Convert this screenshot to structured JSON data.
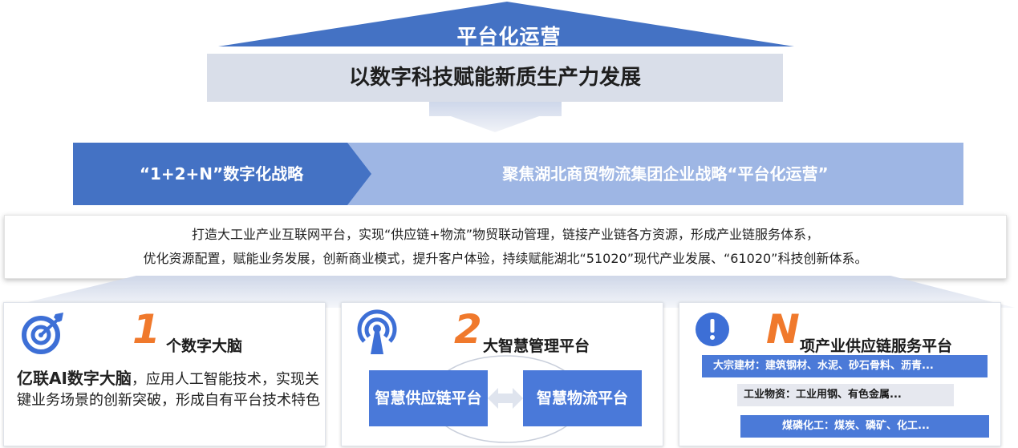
{
  "header": {
    "title": "平台化运营",
    "subtitle": "以数字科技赋能新质生产力发展"
  },
  "strategy": {
    "left": "“1+2+N”数字化战略",
    "right": "聚焦湖北商贸物流集团企业战略“平台化运营”"
  },
  "description": {
    "line1": "打造大工业产业互联网平台，实现“供应链+物流”物贸联动管理，链接产业链各方资源，形成产业链服务体系，",
    "line2": "优化资源配置，赋能业务发展，创新商业模式，提升客户体验，持续赋能湖北“51020”现代产业发展、“61020”科技创新体系。"
  },
  "cards": {
    "brain": {
      "number": "1",
      "title": "个数字大脑",
      "highlight": "亿联AI数字大脑",
      "text": "，应用人工智能技术，实现关键业务场景的创新突破，形成自有平台技术特色",
      "icon": "target-icon"
    },
    "platform": {
      "number": "2",
      "title": "大智慧管理平台",
      "left_platform": "智慧供应链平台",
      "right_platform": "智慧物流平台",
      "icon": "signal-tower-icon"
    },
    "supply": {
      "number": "N",
      "title": "项产业供应链服务平台",
      "icon": "exclamation-icon",
      "chip1_label": "大宗建材：",
      "chip1_items": "建筑钢材、水泥、砂石骨料、沥青...",
      "chip2_label": "工业物资：",
      "chip2_items": "工业用钢、有色金属...",
      "chip3_label": "煤磷化工：",
      "chip3_items": "煤炭、磷矿、化工..."
    }
  },
  "colors": {
    "primary": "#4472c4",
    "light_blue": "#9eb6e4",
    "accent": "#f0792c",
    "chip_grey": "#e6e8ef"
  }
}
